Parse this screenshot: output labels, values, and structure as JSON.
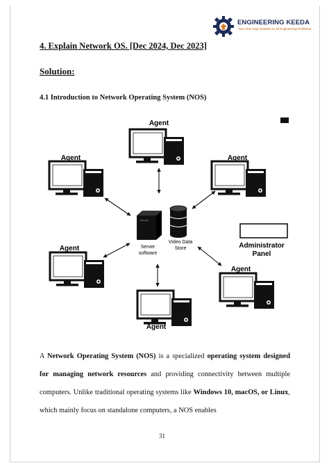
{
  "brand": {
    "name": "ENGINEERING KEEDA",
    "tagline": "Your One Stop Solution to all Engineering Problems..."
  },
  "heading": "4. Explain Network OS. [Dec 2024, Dec 2023]",
  "solution_label": "Solution:",
  "subheading": "4.1 Introduction to Network Operating System (NOS)",
  "diagram": {
    "agent_label": "Agent",
    "server_label_1": "Server",
    "server_label_2": "software",
    "store_label_1": "Video Data",
    "store_label_2": "Store",
    "admin_label_1": "Administrator",
    "admin_label_2": "Panel"
  },
  "paragraph": {
    "t1": "A ",
    "b1": "Network Operating System (NOS)",
    "t2": " is a specialized ",
    "b2": "operating system designed for managing network resources",
    "t3": " and providing connectivity between multiple computers. Unlike traditional operating systems like ",
    "b3": "Windows 10, macOS, or Linux",
    "t4": ", which mainly focus on standalone computers, a NOS enables"
  },
  "page_number": "31",
  "colors": {
    "brand_navy": "#1a2a5a",
    "brand_orange": "#c05a10"
  }
}
